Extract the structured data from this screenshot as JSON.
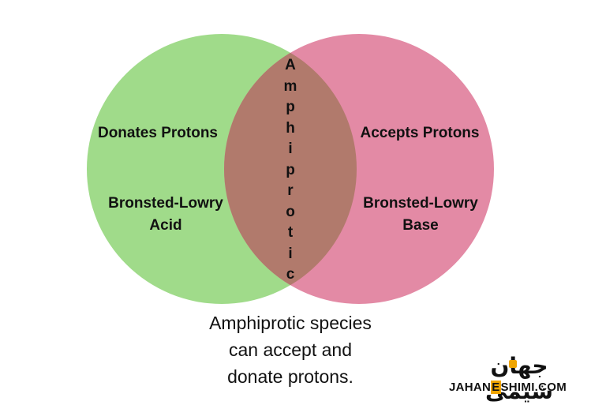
{
  "diagram": {
    "left_circle": {
      "color": "#a0db8a",
      "line1": "Donates Protons",
      "line2": "Bronsted-Lowry",
      "line3": "Acid"
    },
    "right_circle": {
      "color": "#e38aa5",
      "line1": "Accepts Protons",
      "line2": "Bronsted-Lowry",
      "line3": "Base"
    },
    "overlap": {
      "color": "#b17a6c",
      "letters": [
        "A",
        "m",
        "p",
        "h",
        "i",
        "p",
        "r",
        "o",
        "t",
        "i",
        "c"
      ]
    }
  },
  "caption": {
    "line1": "Amphiprotic species",
    "line2": "can accept and",
    "line3": "donate protons."
  },
  "watermark": {
    "mark": "جهان شیمی",
    "text_before": "JAHAN",
    "text_e": "E",
    "text_after": "SHIMI.COM",
    "accent": "#f0a500"
  }
}
